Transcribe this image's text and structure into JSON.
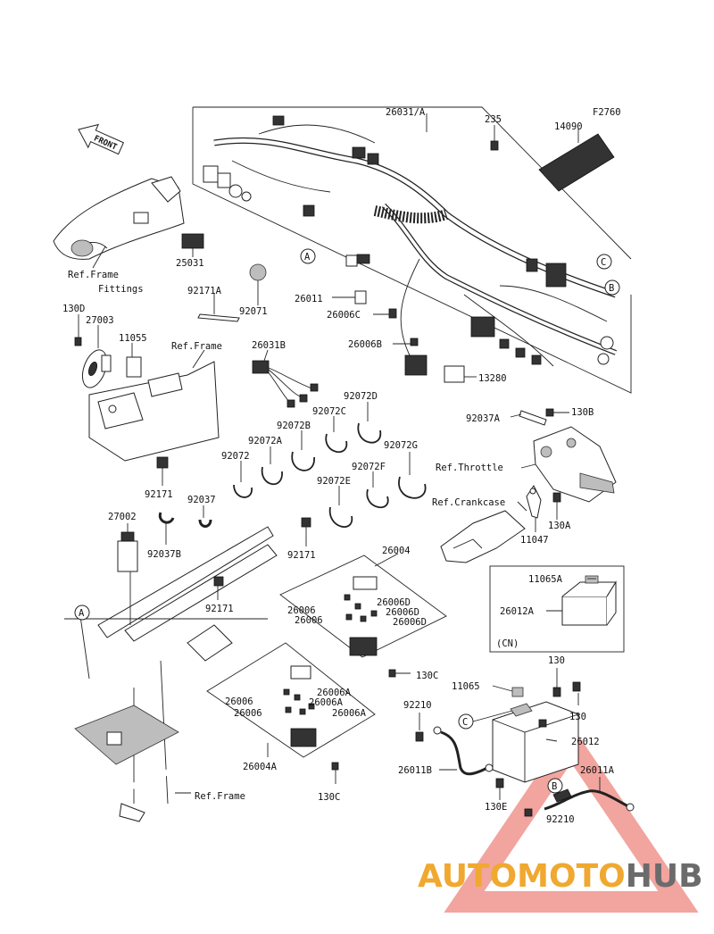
{
  "figure_code": "F2760",
  "front_label": "FRONT",
  "watermark": {
    "part1": "AUTOMOTO",
    "part2": "HUB",
    "accent_color": "#f0a830",
    "triangle_color": "#e85a4f"
  },
  "callouts": [
    "A",
    "B",
    "C"
  ],
  "cn_label": "(CN)",
  "parts": [
    {
      "id": "26031A",
      "text": "26031/A"
    },
    {
      "id": "235",
      "text": "235"
    },
    {
      "id": "14090",
      "text": "14090"
    },
    {
      "id": "26011",
      "text": "26011"
    },
    {
      "id": "26006C",
      "text": "26006C"
    },
    {
      "id": "26006B",
      "text": "26006B"
    },
    {
      "id": "13280",
      "text": "13280"
    },
    {
      "id": "25031",
      "text": "25031"
    },
    {
      "id": "92171A",
      "text": "92171A"
    },
    {
      "id": "92071",
      "text": "92071"
    },
    {
      "id": "130D",
      "text": "130D"
    },
    {
      "id": "27003",
      "text": "27003"
    },
    {
      "id": "11055",
      "text": "11055"
    },
    {
      "id": "26031B",
      "text": "26031B"
    },
    {
      "id": "92072D",
      "text": "92072D"
    },
    {
      "id": "92072C",
      "text": "92072C"
    },
    {
      "id": "92072B",
      "text": "92072B"
    },
    {
      "id": "92072A",
      "text": "92072A"
    },
    {
      "id": "92072",
      "text": "92072"
    },
    {
      "id": "92072G",
      "text": "92072G"
    },
    {
      "id": "92072F",
      "text": "92072F"
    },
    {
      "id": "92072E",
      "text": "92072E"
    },
    {
      "id": "92037A",
      "text": "92037A"
    },
    {
      "id": "130B",
      "text": "130B"
    },
    {
      "id": "92171a",
      "text": "92171"
    },
    {
      "id": "92037",
      "text": "92037"
    },
    {
      "id": "27002",
      "text": "27002"
    },
    {
      "id": "92037B",
      "text": "92037B"
    },
    {
      "id": "92171b",
      "text": "92171"
    },
    {
      "id": "11047",
      "text": "11047"
    },
    {
      "id": "130A",
      "text": "130A"
    },
    {
      "id": "26004",
      "text": "26004"
    },
    {
      "id": "26006a",
      "text": "26006"
    },
    {
      "id": "26006b",
      "text": "26006"
    },
    {
      "id": "26006D1",
      "text": "26006D"
    },
    {
      "id": "26006D2",
      "text": "26006D"
    },
    {
      "id": "26006D3",
      "text": "26006D"
    },
    {
      "id": "92171c",
      "text": "92171"
    },
    {
      "id": "11065A",
      "text": "11065A"
    },
    {
      "id": "26012A",
      "text": "26012A"
    },
    {
      "id": "130Ca",
      "text": "130C"
    },
    {
      "id": "130",
      "text": "130"
    },
    {
      "id": "11065",
      "text": "11065"
    },
    {
      "id": "130b2",
      "text": "130"
    },
    {
      "id": "26006c",
      "text": "26006"
    },
    {
      "id": "26006d",
      "text": "26006"
    },
    {
      "id": "26006A1",
      "text": "26006A"
    },
    {
      "id": "26006A2",
      "text": "26006A"
    },
    {
      "id": "26006A3",
      "text": "26006A"
    },
    {
      "id": "92210a",
      "text": "92210"
    },
    {
      "id": "26012",
      "text": "26012"
    },
    {
      "id": "26011A",
      "text": "26011A"
    },
    {
      "id": "26004A",
      "text": "26004A"
    },
    {
      "id": "26011B",
      "text": "26011B"
    },
    {
      "id": "130Cb",
      "text": "130C"
    },
    {
      "id": "130E",
      "text": "130E"
    },
    {
      "id": "92210b",
      "text": "92210"
    }
  ],
  "references": [
    {
      "id": "ref-frame-fittings-1",
      "text": "Ref.Frame"
    },
    {
      "id": "ref-frame-fittings-2",
      "text": "Fittings"
    },
    {
      "id": "ref-frame-2",
      "text": "Ref.Frame"
    },
    {
      "id": "ref-throttle",
      "text": "Ref.Throttle"
    },
    {
      "id": "ref-crankcase",
      "text": "Ref.Crankcase"
    },
    {
      "id": "ref-frame-3",
      "text": "Ref.Frame"
    }
  ]
}
